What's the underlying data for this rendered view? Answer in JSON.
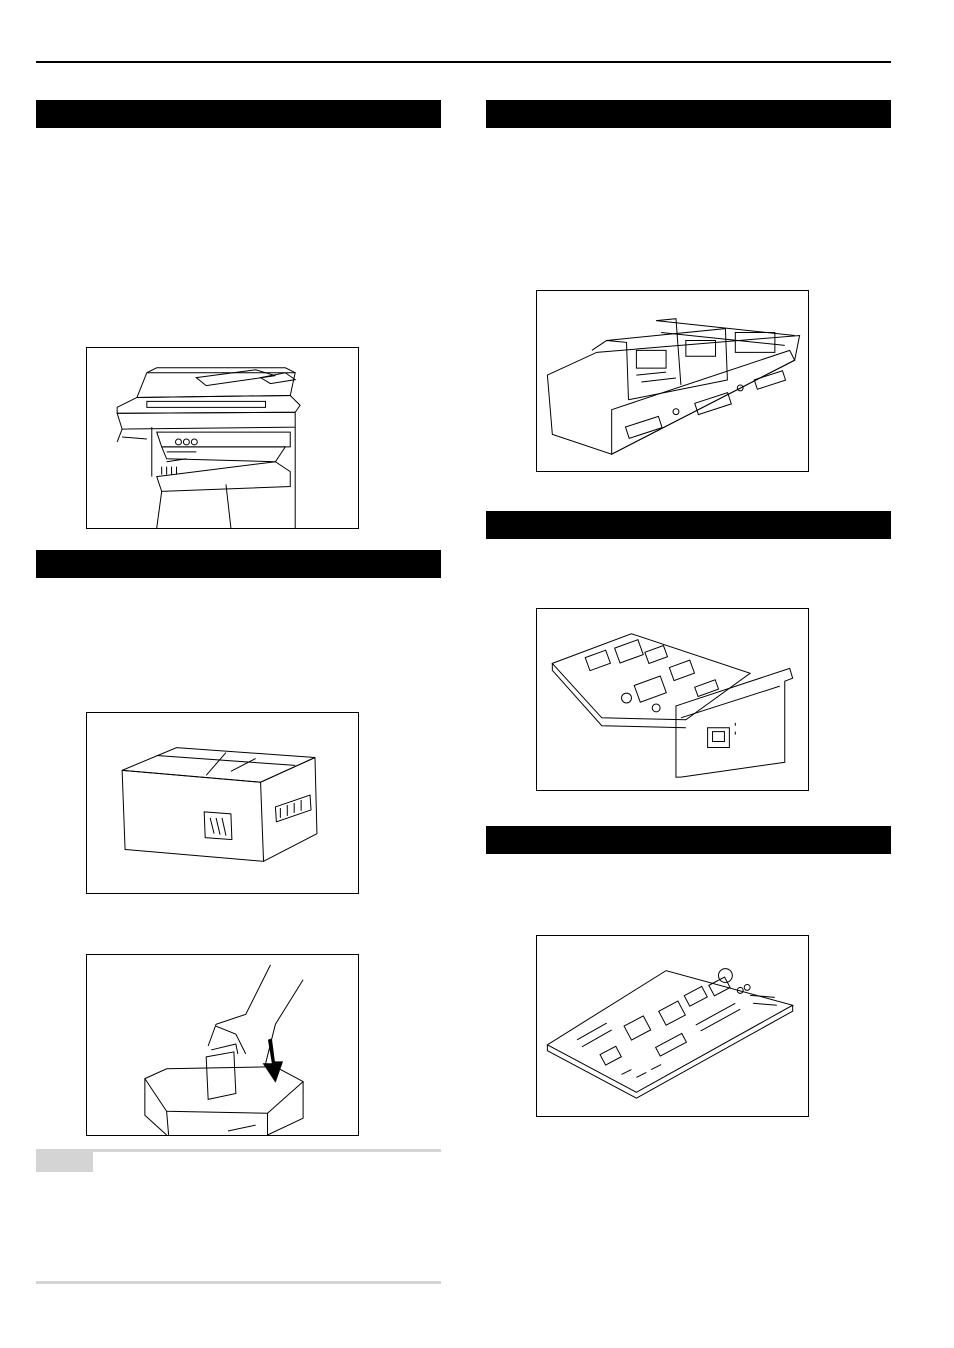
{
  "page": {
    "sections": [
      {
        "id": "left-1",
        "title": ""
      },
      {
        "id": "left-2",
        "title": ""
      },
      {
        "id": "right-1",
        "title": ""
      },
      {
        "id": "right-2",
        "title": ""
      },
      {
        "id": "right-3",
        "title": ""
      }
    ],
    "note": {
      "label": ""
    }
  }
}
